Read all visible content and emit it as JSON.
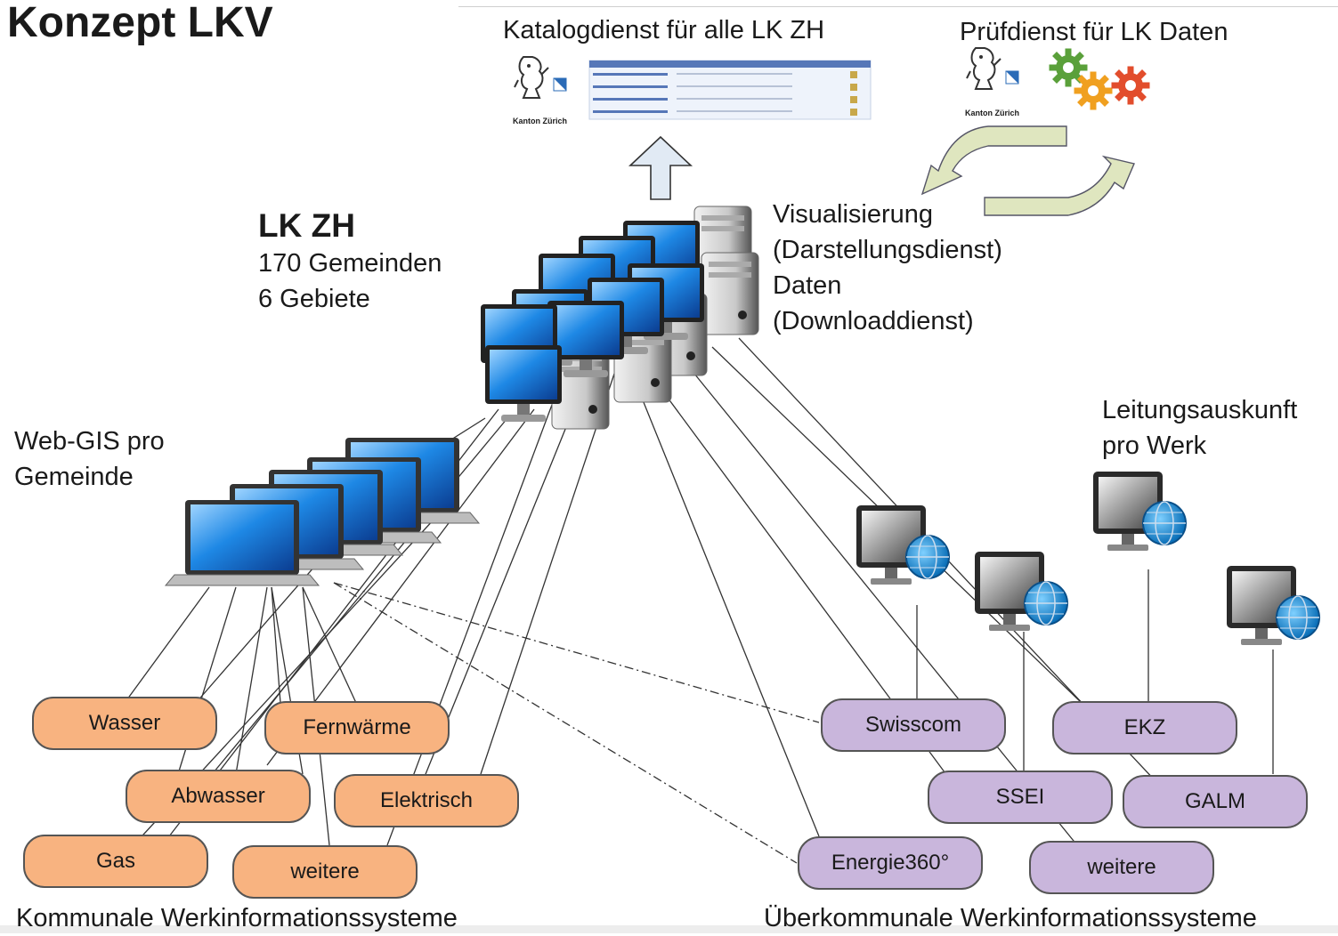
{
  "title": "Konzept LKV",
  "catalog": {
    "label": "Katalogdienst für alle LK ZH",
    "logo_text": "Kanton Zürich"
  },
  "check": {
    "label": "Prüfdienst für LK Daten",
    "logo_text": "Kanton Zürich"
  },
  "lkzh": {
    "heading": "LK ZH",
    "line1": "170 Gemeinden",
    "line2": "6 Gebiete"
  },
  "services": {
    "line1": "Visualisierung",
    "line2": "(Darstellungsdienst)",
    "line3": "Daten",
    "line4": "(Downloaddienst)"
  },
  "webgis": {
    "line1": "Web-GIS pro",
    "line2": "Gemeinde"
  },
  "leitung": {
    "line1": "Leitungsauskunft",
    "line2": "pro Werk"
  },
  "communal": {
    "caption": "Kommunale Werkinformationssysteme",
    "items": [
      "Wasser",
      "Fernwärme",
      "Abwasser",
      "Elektrisch",
      "Gas",
      "weitere"
    ]
  },
  "supra": {
    "caption": "Überkommunale Werkinformationssysteme",
    "items": [
      "Swisscom",
      "EKZ",
      "SSEI",
      "GALM",
      "Energie360°",
      "weitere"
    ]
  },
  "colors": {
    "communal_fill": "#f8b380",
    "supra_fill": "#c9b6dc",
    "arrow_fill": "#e1eaf4",
    "cycle_fill": "#dfe6bf",
    "screen_blue": "#1e88e5"
  }
}
